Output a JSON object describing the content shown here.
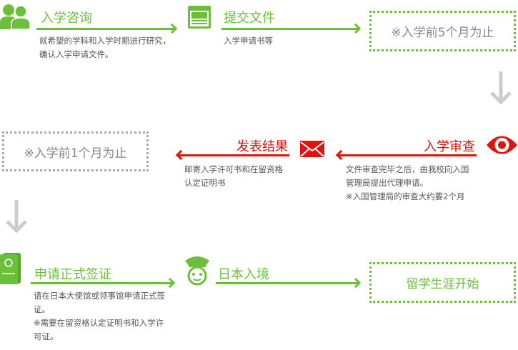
{
  "colors": {
    "green": "#6cbf3a",
    "red": "#e0140f",
    "gray": "#cccccc"
  },
  "steps": [
    {
      "title": "入学咨询",
      "desc": [
        "就希望的学科和入学时期进行研究，",
        "确认入学申请文件。"
      ],
      "icon": "people-icon"
    },
    {
      "title": "提交文件",
      "desc": [
        "入学申请书等"
      ],
      "icon": "browser-window-icon"
    },
    {
      "note": "※入学前5个月为止"
    },
    {
      "title": "入学审查",
      "desc": [
        "文件审查完毕之后，由我校向入国",
        "管理局提出代理申请。",
        "※入国管理局的审查大约要2个月"
      ],
      "icon": "eye-icon"
    },
    {
      "title": "发表结果",
      "desc": [
        "邮寄入学许可书和在留资格",
        "认定证明书"
      ],
      "icon": "mail-icon"
    },
    {
      "note": "※入学前1个月为止"
    },
    {
      "title": "申请正式签证",
      "desc": [
        "请在日本大使馆或领事馆申请正式签",
        "证。",
        "※需要在留资格认定证明书和入学许",
        "可证。"
      ],
      "icon": "passport-icon"
    },
    {
      "title": "日本入境",
      "icon": "police-officer-icon"
    },
    {
      "note": "留学生涯开始"
    }
  ]
}
